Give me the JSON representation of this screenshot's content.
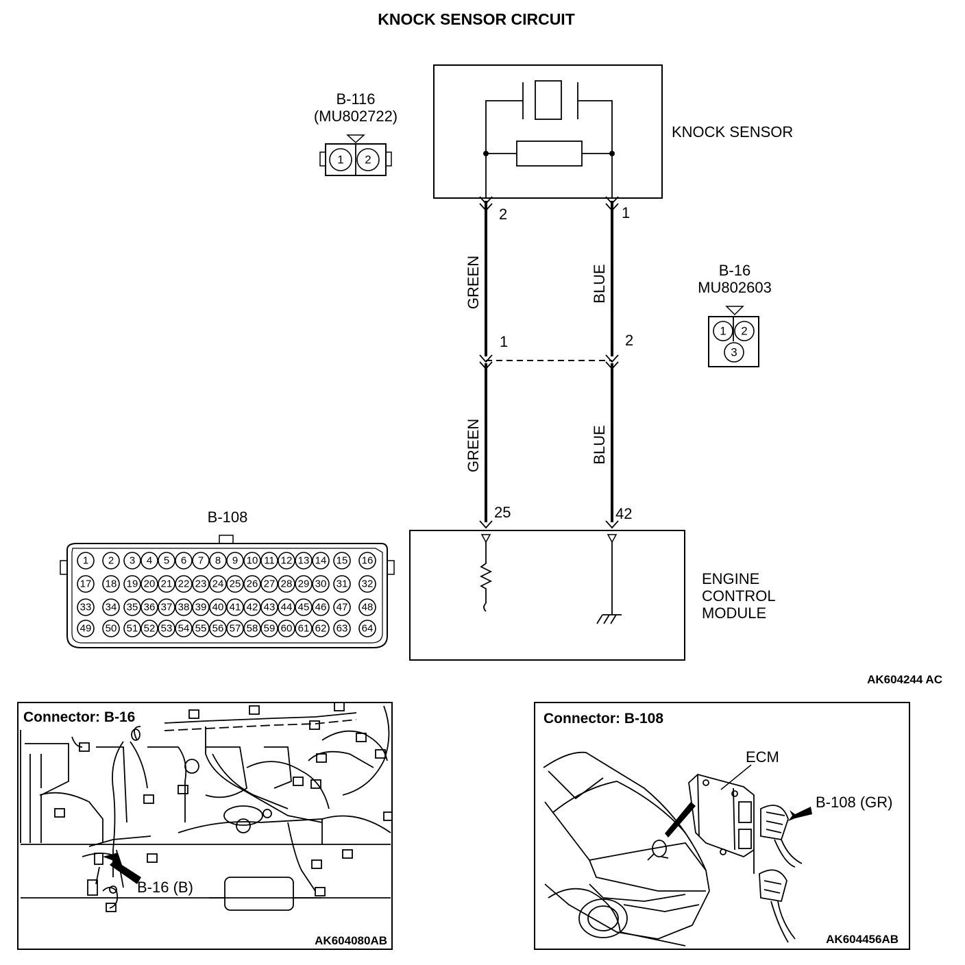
{
  "title": "KNOCK SENSOR CIRCUIT",
  "knock_sensor": {
    "label": "KNOCK SENSOR"
  },
  "connector_b116": {
    "name": "B-116",
    "part": "(MU802722)",
    "pins": [
      "1",
      "2"
    ]
  },
  "connector_b16": {
    "name": "B-16",
    "part": "MU802603",
    "pins": [
      "1",
      "2",
      "3"
    ]
  },
  "connector_b108": {
    "name": "B-108"
  },
  "wires": {
    "left": {
      "upper_color": "GREEN",
      "lower_color": "GREEN",
      "sensor_pin": "2",
      "junction_pin": "1",
      "ecm_pin": "25"
    },
    "right": {
      "upper_color": "BLUE",
      "lower_color": "BLUE",
      "sensor_pin": "1",
      "junction_pin": "2",
      "ecm_pin": "42"
    }
  },
  "ecm": {
    "label_line1": "ENGINE",
    "label_line2": "CONTROL",
    "label_line3": "MODULE"
  },
  "diagram_code": "AK604244 AC",
  "panel_left": {
    "title": "Connector: B-16",
    "callout": "B-16 (B)",
    "code": "AK604080AB"
  },
  "panel_right": {
    "title": "Connector: B-108",
    "ecm_label": "ECM",
    "callout": "B-108 (GR)",
    "code": "AK604456AB"
  }
}
